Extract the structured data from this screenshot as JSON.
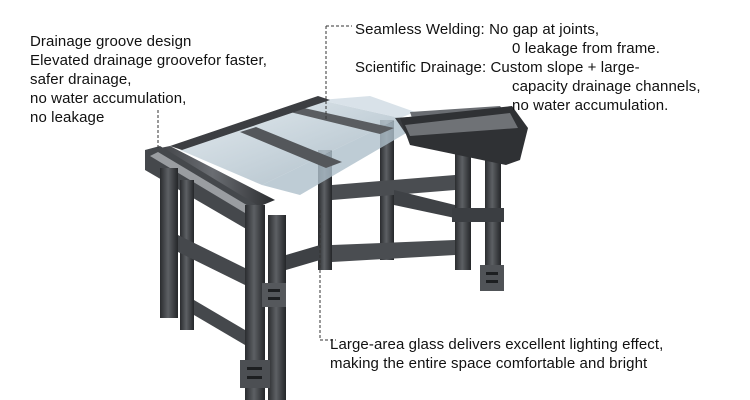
{
  "callouts": {
    "left": {
      "line1": "Drainage groove design",
      "line2": "Elevated drainage groovefor faster,",
      "line3": "safer drainage,",
      "line4": "no water accumulation,",
      "line5": "no leakage"
    },
    "top": {
      "line1": "Seamless Welding: No gap at joints,",
      "line2": "0 leakage from frame.",
      "line3": "Scientific Drainage: Custom slope + large-",
      "line4": "capacity drainage channels,",
      "line5": "no water accumulation."
    },
    "bottom": {
      "line1": "Large-area glass delivers excellent lighting effect,",
      "line2": "making the entire space comfortable and bright"
    }
  },
  "colors": {
    "frame_dark": "#2e3033",
    "frame_mid": "#55585c",
    "frame_light": "#8a8d91",
    "glass": "#c9d6de",
    "leader": "#333333"
  }
}
